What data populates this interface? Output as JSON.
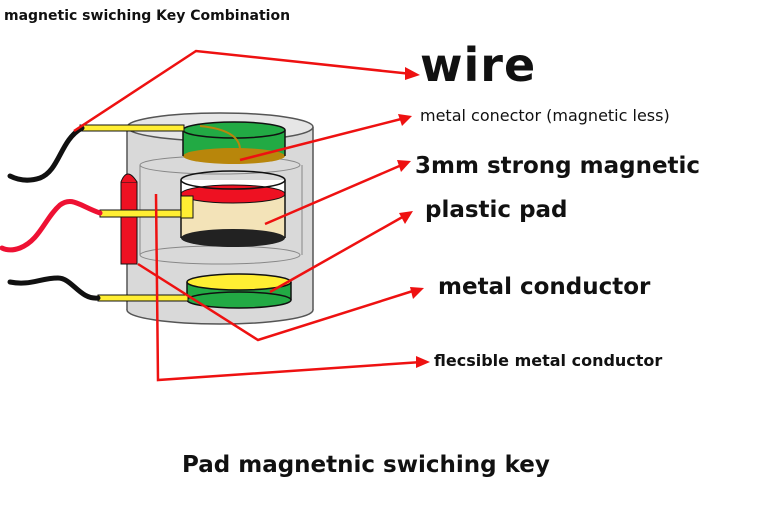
{
  "title": "magnetic swiching Key Combination",
  "labels": {
    "wire": "wire",
    "metal_connector": "metal conector (magnetic less)",
    "magnetic": "3mm strong magnetic",
    "plastic_pad": "plastic pad",
    "metal_conductor": "metal conductor",
    "flexible_conductor": "flecsible metal conductor"
  },
  "caption": "Pad magnetnic swiching key",
  "colors": {
    "arrow": "#ee1111",
    "metal_conductor": "#22aa44",
    "connector_brass": "#b8860b",
    "magnet_red": "#ee1122",
    "magnet_black": "#222222",
    "plastic_pad": "#f3e3b8",
    "wire_red": "#ee1133",
    "wire_black": "#111111",
    "terminal_yellow": "#ffee33",
    "housing": "#d9d9d9"
  }
}
